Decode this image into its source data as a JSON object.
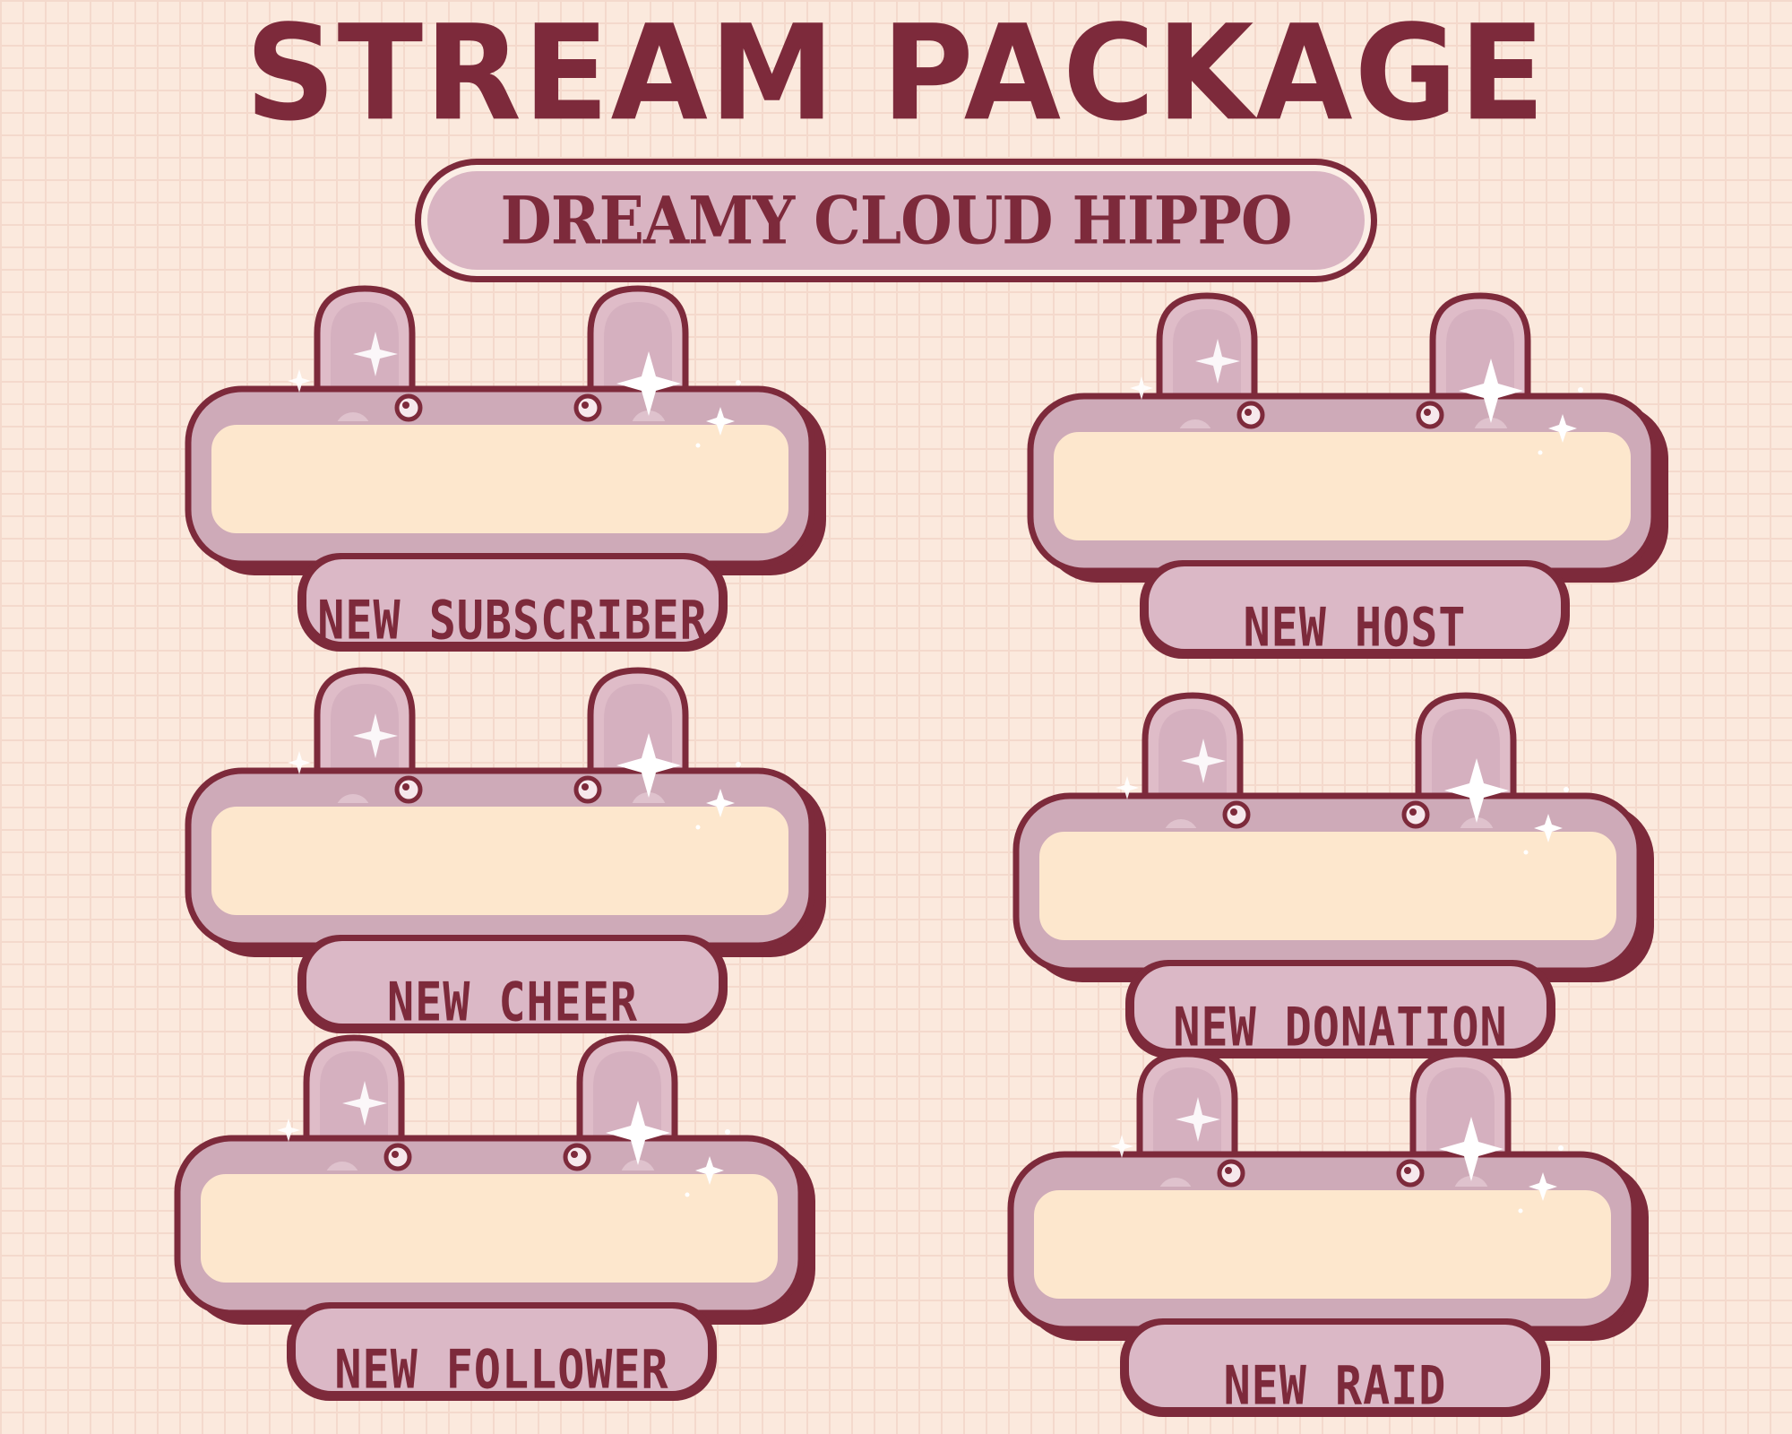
{
  "title": "STREAM PACKAGE",
  "subtitle": "DREAMY CLOUD HIPPO",
  "alerts": [
    {
      "label": "NEW SUBSCRIBER"
    },
    {
      "label": "NEW HOST"
    },
    {
      "label": "NEW CHEER"
    },
    {
      "label": "NEW DONATION"
    },
    {
      "label": "NEW FOLLOWER"
    },
    {
      "label": "NEW RAID"
    }
  ],
  "colors": {
    "background": "#fbe9dd",
    "grid": "#f4d9cc",
    "outline": "#7d2a3b",
    "frame": "#ceaab8",
    "ears": "#dfbcc8",
    "inner": "#fde7cd",
    "feet": "#fbdcbc"
  }
}
